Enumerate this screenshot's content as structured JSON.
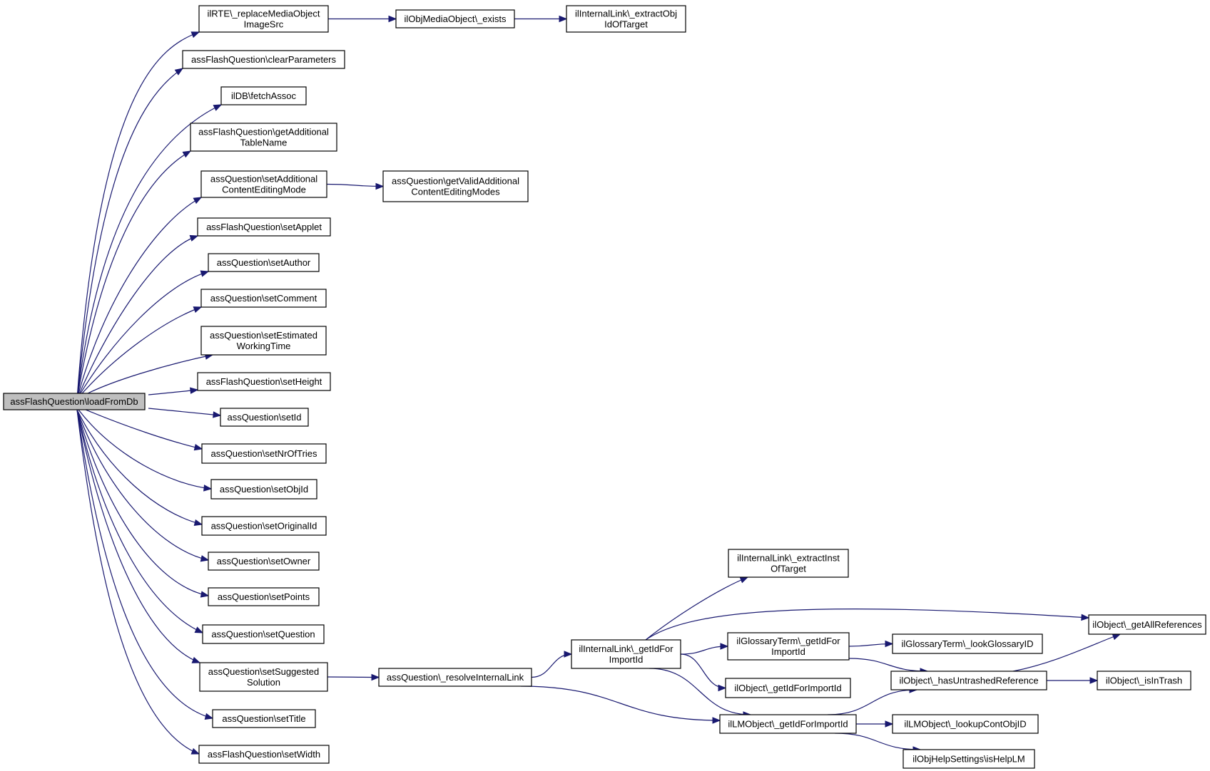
{
  "graph": {
    "nodes": [
      {
        "id": "n0",
        "lines": [
          "assFlashQuestion\\loadFromDb"
        ],
        "root": true
      },
      {
        "id": "n1",
        "lines": [
          "ilRTE\\_replaceMediaObject",
          "ImageSrc"
        ]
      },
      {
        "id": "n2",
        "lines": [
          "ilObjMediaObject\\_exists"
        ]
      },
      {
        "id": "n3",
        "lines": [
          "ilInternalLink\\_extractObj",
          "IdOfTarget"
        ]
      },
      {
        "id": "n4",
        "lines": [
          "assFlashQuestion\\clearParameters"
        ]
      },
      {
        "id": "n5",
        "lines": [
          "ilDB\\fetchAssoc"
        ]
      },
      {
        "id": "n6",
        "lines": [
          "assFlashQuestion\\getAdditional",
          "TableName"
        ]
      },
      {
        "id": "n7",
        "lines": [
          "assQuestion\\setAdditional",
          "ContentEditingMode"
        ]
      },
      {
        "id": "n8",
        "lines": [
          "assQuestion\\getValidAdditional",
          "ContentEditingModes"
        ]
      },
      {
        "id": "n9",
        "lines": [
          "assFlashQuestion\\setApplet"
        ]
      },
      {
        "id": "n10",
        "lines": [
          "assQuestion\\setAuthor"
        ]
      },
      {
        "id": "n11",
        "lines": [
          "assQuestion\\setComment"
        ]
      },
      {
        "id": "n12",
        "lines": [
          "assQuestion\\setEstimated",
          "WorkingTime"
        ]
      },
      {
        "id": "n13",
        "lines": [
          "assFlashQuestion\\setHeight"
        ]
      },
      {
        "id": "n14",
        "lines": [
          "assQuestion\\setId"
        ]
      },
      {
        "id": "n15",
        "lines": [
          "assQuestion\\setNrOfTries"
        ]
      },
      {
        "id": "n16",
        "lines": [
          "assQuestion\\setObjId"
        ]
      },
      {
        "id": "n17",
        "lines": [
          "assQuestion\\setOriginalId"
        ]
      },
      {
        "id": "n18",
        "lines": [
          "assQuestion\\setOwner"
        ]
      },
      {
        "id": "n19",
        "lines": [
          "assQuestion\\setPoints"
        ]
      },
      {
        "id": "n20",
        "lines": [
          "assQuestion\\setQuestion"
        ]
      },
      {
        "id": "n21",
        "lines": [
          "assQuestion\\setSuggested",
          "Solution"
        ]
      },
      {
        "id": "n22",
        "lines": [
          "assQuestion\\_resolveInternalLink"
        ]
      },
      {
        "id": "n23",
        "lines": [
          "assQuestion\\setTitle"
        ]
      },
      {
        "id": "n24",
        "lines": [
          "assFlashQuestion\\setWidth"
        ]
      },
      {
        "id": "n25",
        "lines": [
          "ilInternalLink\\_getIdFor",
          "ImportId"
        ]
      },
      {
        "id": "n26",
        "lines": [
          "ilInternalLink\\_extractInst",
          "OfTarget"
        ]
      },
      {
        "id": "n27",
        "lines": [
          "ilObject\\_getAllReferences"
        ]
      },
      {
        "id": "n28",
        "lines": [
          "ilGlossaryTerm\\_getIdFor",
          "ImportId"
        ]
      },
      {
        "id": "n29",
        "lines": [
          "ilGlossaryTerm\\_lookGlossaryID"
        ]
      },
      {
        "id": "n30",
        "lines": [
          "ilObject\\_getIdForImportId"
        ]
      },
      {
        "id": "n31",
        "lines": [
          "ilObject\\_hasUntrashedReference"
        ]
      },
      {
        "id": "n32",
        "lines": [
          "ilObject\\_isInTrash"
        ]
      },
      {
        "id": "n33",
        "lines": [
          "ilLMObject\\_getIdForImportId"
        ]
      },
      {
        "id": "n34",
        "lines": [
          "ilLMObject\\_lookupContObjID"
        ]
      },
      {
        "id": "n35",
        "lines": [
          "ilObjHelpSettings\\isHelpLM"
        ]
      }
    ],
    "edges": [
      [
        "n0",
        "n1"
      ],
      [
        "n0",
        "n4"
      ],
      [
        "n0",
        "n5"
      ],
      [
        "n0",
        "n6"
      ],
      [
        "n0",
        "n7"
      ],
      [
        "n0",
        "n9"
      ],
      [
        "n0",
        "n10"
      ],
      [
        "n0",
        "n11"
      ],
      [
        "n0",
        "n12"
      ],
      [
        "n0",
        "n13"
      ],
      [
        "n0",
        "n14"
      ],
      [
        "n0",
        "n15"
      ],
      [
        "n0",
        "n16"
      ],
      [
        "n0",
        "n17"
      ],
      [
        "n0",
        "n18"
      ],
      [
        "n0",
        "n19"
      ],
      [
        "n0",
        "n20"
      ],
      [
        "n0",
        "n21"
      ],
      [
        "n0",
        "n23"
      ],
      [
        "n0",
        "n24"
      ],
      [
        "n1",
        "n2"
      ],
      [
        "n2",
        "n3"
      ],
      [
        "n7",
        "n8"
      ],
      [
        "n21",
        "n22"
      ],
      [
        "n22",
        "n25"
      ],
      [
        "n22",
        "n33"
      ],
      [
        "n25",
        "n26"
      ],
      [
        "n25",
        "n27"
      ],
      [
        "n25",
        "n28"
      ],
      [
        "n25",
        "n30"
      ],
      [
        "n25",
        "n33"
      ],
      [
        "n28",
        "n29"
      ],
      [
        "n28",
        "n31"
      ],
      [
        "n31",
        "n27"
      ],
      [
        "n31",
        "n32"
      ],
      [
        "n33",
        "n31"
      ],
      [
        "n33",
        "n34"
      ],
      [
        "n33",
        "n35"
      ]
    ],
    "colors": {
      "edge": "#191970",
      "node_border": "#000000",
      "root_fill": "#bfbfbf"
    }
  }
}
